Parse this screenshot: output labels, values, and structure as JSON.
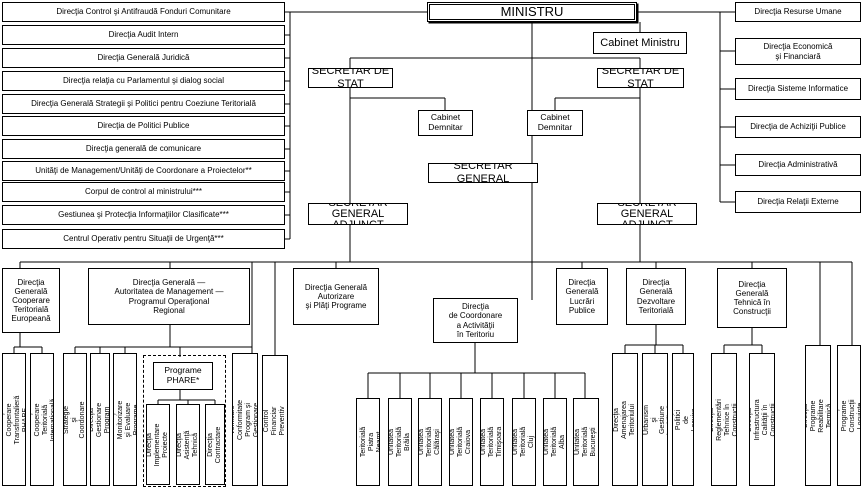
{
  "top": {
    "ministru": "MINISTRU",
    "cabinet_ministru": "Cabinet Ministru",
    "secretar_stat_1": "SECRETAR DE STAT",
    "secretar_stat_2": "SECRETAR DE STAT",
    "cabinet_demnitar_1": "Cabinet\nDemnitar",
    "cabinet_demnitar_2": "Cabinet\nDemnitar",
    "secretar_general": "SECRETAR GENERAL",
    "sg_adjunct_1": "SECRETAR GENERAL\nADJUNCT",
    "sg_adjunct_2": "SECRETAR GENERAL\nADJUNCT"
  },
  "left_column": [
    "Direcţia Control şi Antifraudă Fonduri Comunitare",
    "Direcţia Audit Intern",
    "Direcţia Generală Juridică",
    "Direcţia relaţia cu Parlamentul şi dialog social",
    "Direcţia Generală Strategii şi Politici pentru Coeziune Teritorială",
    "Direcţia de Politici Publice",
    "Direcţia generală de comunicare",
    "Unităţi de Management/Unităţi de Coordonare a Proiectelor**",
    "Corpul de control al ministrului***",
    "Gestiunea şi Protecţia Informaţiilor Clasificate***",
    "Centrul Operativ pentru Situaţii de Urgenţă***"
  ],
  "right_column": [
    "Direcţia Resurse Umane",
    "Direcţia Economică\nşi Financiară",
    "Direcţia Sisteme Informatice",
    "Direcţia de Achiziţii Publice",
    "Direcţia Administrativă",
    "Direcţia Relaţii Externe"
  ],
  "directions": {
    "cooperare": "Direcţia\nGenerală\nCooperare\nTeritorială\nEuropeană",
    "am_por": "Direcţia Generală —\nAutoritatea de Management —\nProgramul Operaţional\nRegional",
    "autorizare": "Direcţia Generală\nAutorizare\nşi Plăţi Programe",
    "coordonare": "Direcţia\nde Coordonare\na Activităţii\nîn Teritoriu",
    "lucrari": "Direcţia\nGenerală\nLucrări\nPublice",
    "dezvoltare": "Direcţia\nGenerală\nDezvoltare\nTeritorială",
    "tehnica": "Direcţia\nGenerală\nTehnică în\nConstrucţii"
  },
  "phare_box": "Programe\nPHARE*",
  "bottom_units": [
    "Direcţia Cooperare\nTransfrontalieră PHARE",
    "Direcţia Cooperare Teritorială\nInternaţională",
    "Direcţia Strategie\nşi Coordonare Program",
    "Direcţia Gestionare Program",
    "Direcţia Monitorizare\nşi Evaluare Programe",
    "Direcţia Implementare\nProiecte",
    "Direcţia Asistenţă\nTehnică",
    "Direcţia Contractare",
    "Direcţia Verificare Conformitate\nProgram şi Gestionare Nereguli",
    "Biroul Control Financiar\nPreventiv Programe",
    "Unitatea Teritorială\nPiatra Neamţ",
    "Unitatea Teritorială\nBrăila",
    "Unitatea Teritorială\nCălăraşi",
    "Unitatea Teritorială\nCraiova",
    "Unitatea Teritorială\nTimişoara",
    "Unitatea Teritorială\nCluj",
    "Unitatea Teritorială\nAlba",
    "Unitatea Teritorială\nBucureşti",
    "Direcţia Amenajarea\nTeritoriului",
    "Direcţia Urbanism\nşi Gestiune imobiliară",
    "Direcţia Politici de Locuire",
    "Direcţia Reglementări\nTehnice în Construcţii",
    "Direcţia Infrastructura\nCalităţii în Construcţii",
    "Direcţia Programe\nReabilitare Termică",
    "Direcţia Programe\nConstrucţii Locuinţe"
  ]
}
